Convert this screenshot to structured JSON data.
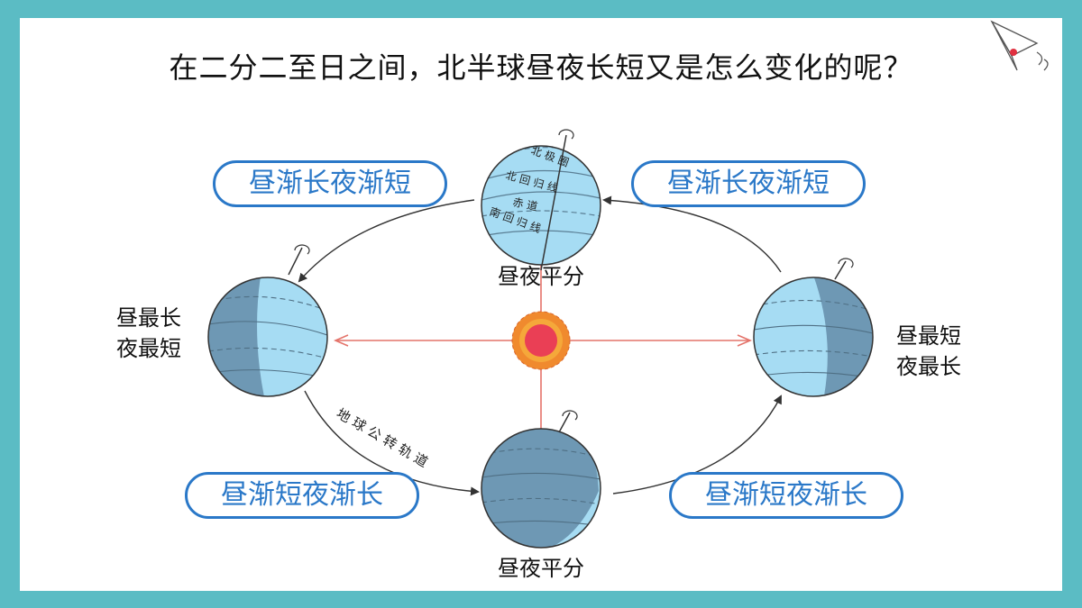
{
  "title": "在二分二至日之间，北半球昼夜长短又是怎么变化的呢？",
  "pills": {
    "top_left": "昼渐长夜渐短",
    "top_right": "昼渐长夜渐短",
    "bottom_left": "昼渐短夜渐长",
    "bottom_right": "昼渐短夜渐长"
  },
  "labels": {
    "top_earth": "昼夜平分",
    "bottom_earth": "昼夜平分",
    "left_earth_line1": "昼最长",
    "left_earth_line2": "夜最短",
    "right_earth_line1": "昼最短",
    "right_earth_line2": "夜最长"
  },
  "globe_lines": {
    "arctic_circle": "北 极 圈",
    "tropic_cancer": "北 回 归 线",
    "equator": "赤 道",
    "tropic_capricorn": "南 回 归 线"
  },
  "orbit_label": "地 球 公 转 轨 道",
  "colors": {
    "frame": "#5bbcc4",
    "pill_blue": "#2a78c8",
    "day_side": "#a6dcf3",
    "night_side": "#6e98b4",
    "sun_core": "#ea3f55",
    "sun_rays": "#f08a2e",
    "sun_lines": "#e4736a"
  }
}
